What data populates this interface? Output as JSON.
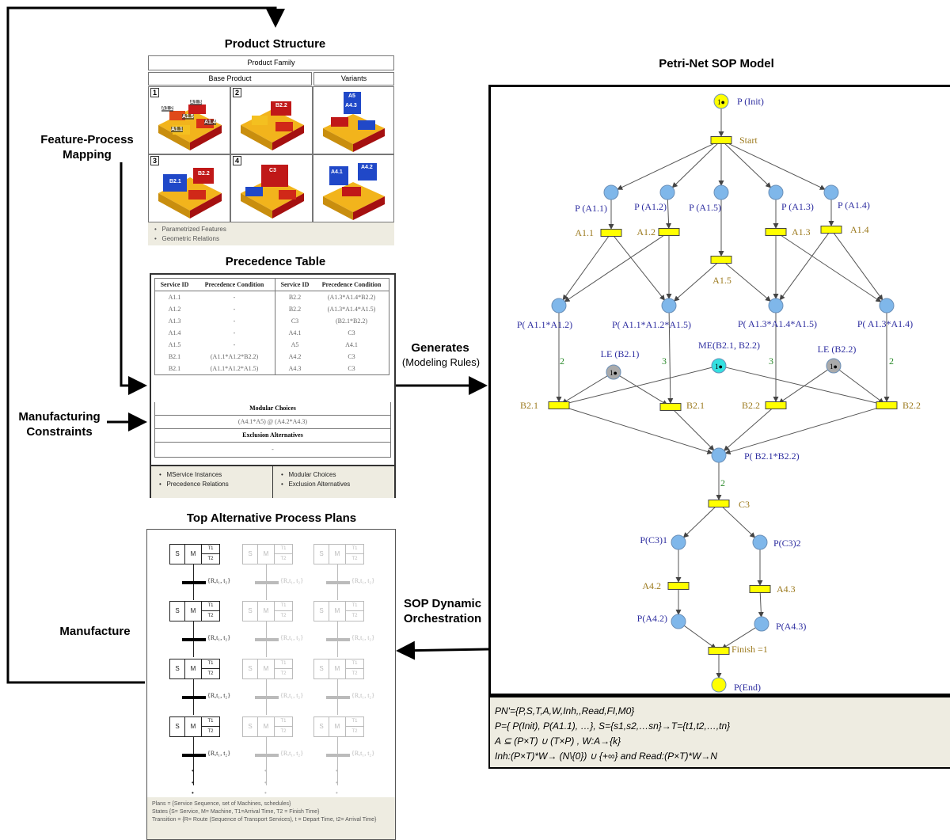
{
  "titles": {
    "product_structure": "Product Structure",
    "precedence_table": "Precedence Table",
    "top_plans": "Top Alternative Process Plans",
    "petri_net": "Petri-Net SOP Model"
  },
  "side_labels": {
    "feature_process": "Feature-Process Mapping",
    "manufacturing_constraints": "Manufacturing Constraints",
    "manufacture": "Manufacture",
    "generates": "Generates",
    "modeling_rules": "(Modeling Rules)",
    "sop_orchestration": "SOP Dynamic Orchestration"
  },
  "product_structure": {
    "family": "Product Family",
    "base": "Base Product",
    "variants": "Variants",
    "cell_numbers": [
      "1",
      "2",
      "3",
      "4"
    ],
    "block_labels": {
      "c1": [
        "A1.2",
        "A1.3",
        "A1.5",
        "A1.4",
        "A1.1"
      ],
      "c2": [
        "B2.2"
      ],
      "c3": [
        "B2.1",
        "B2.2"
      ],
      "c4": [
        "C3"
      ],
      "v1": [
        "A5",
        "A4.3"
      ],
      "v2": [
        "A4.1",
        "A4.2"
      ]
    },
    "notes": [
      "Parametrized Features",
      "Geometric Relations"
    ]
  },
  "precedence": {
    "headers": [
      "Service ID",
      "Precedence Condition",
      "Service ID",
      "Precedence Condition"
    ],
    "rows": [
      [
        "A1.1",
        "-",
        "B2.2",
        "(A1.3*A1.4*B2.2)"
      ],
      [
        "A1.2",
        "-",
        "B2.2",
        "(A1.3*A1.4*A1.5)"
      ],
      [
        "A1.3",
        "-",
        "C3",
        "(B2.1*B2.2)"
      ],
      [
        "A1.4",
        "-",
        "A4.1",
        "C3"
      ],
      [
        "A1.5",
        "-",
        "A5",
        "A4.1"
      ],
      [
        "B2.1",
        "(A1.1*A1.2*B2.2)",
        "A4.2",
        "C3"
      ],
      [
        "B2.1",
        "(A1.1*A1.2*A1.5)",
        "A4.3",
        "C3"
      ]
    ],
    "modular_title": "Modular Choices",
    "modular_value": "(A4.1*A5) @ (A4.2*A4.3)",
    "exclusion_title": "Exclusion Alternatives",
    "exclusion_value": "-",
    "notes_left": [
      "MService Instances",
      "Precedence Relations"
    ],
    "notes_right": [
      "Modular Choices",
      "Exclusion Alternatives"
    ]
  },
  "plans": {
    "state": {
      "s": "S",
      "m": "M",
      "t1": "T1",
      "t2": "T2"
    },
    "transition_label": "{R,t₁, t₂}",
    "dots": "•",
    "legend": [
      "Plans = {Service Sequence, set of Machines, schedules}",
      "States {S= Service, M= Machine, T1=Arrival Time, T2 = Finish Time}",
      "Transition = {R= Route (Sequence of Transport Services), t = Depart Time, t2= Arrival Time}"
    ]
  },
  "petri": {
    "places": {
      "init": "P (Init)",
      "a11": "P (A1.1)",
      "a12": "P (A1.2)",
      "a15": "P (A1.5)",
      "a13": "P (A1.3)",
      "a14": "P (A1.4)",
      "a11a12": "P( A1.1*A1.2)",
      "a11a12a15": "P( A1.1*A1.2*A1.5)",
      "a13a14a15": "P( A1.3*A1.4*A1.5)",
      "a13a14": "P( A1.3*A1.4)",
      "le1": "LE (B2.1)",
      "me": "ME(B2.1, B2.2)",
      "le2": "LE (B2.2)",
      "b21b22": "P( B2.1*B2.2)",
      "c31": "P(C3)1",
      "c32": "P(C3)2",
      "a42": "P(A4.2)",
      "a43": "P(A4.3)",
      "end": "P(End)"
    },
    "transitions": {
      "start": "Start",
      "a11": "A1.1",
      "a12": "A1.2",
      "a15": "A1.5",
      "a13": "A1.3",
      "a14": "A1.4",
      "b21a": "B2.1",
      "b21b": "B2.1",
      "b22a": "B2.2",
      "b22b": "B2.2",
      "c3": "C3",
      "a42": "A4.2",
      "a43": "A4.3",
      "finish": "Finish =1"
    },
    "weights": [
      "2",
      "3",
      "3",
      "2",
      "2"
    ],
    "token": "1●",
    "colors": {
      "place": "#7fb7ea",
      "token_place": "#ffff00",
      "me_place": "#33e0e0",
      "inhibit_place": "#aaaaaa",
      "transition": "#ffff00",
      "place_label": "#2e2ea0",
      "trans_label": "#9c7a1e",
      "weight": "#2a8a2a"
    },
    "formula": [
      "PN'={P,S,T,A,W,Inh,,Read,FI,M0}",
      "P={ P(Init), P(A1.1), …}, S={s1,s2,…sn}→T={t1,t2,…,tn}",
      "A ⊆ (P×T) ∪ (T×P) , W:A→{k}",
      "Inh:(P×T)*W→ (N\\{0}) ∪ {+∞} and Read:(P×T)*W→N"
    ]
  }
}
